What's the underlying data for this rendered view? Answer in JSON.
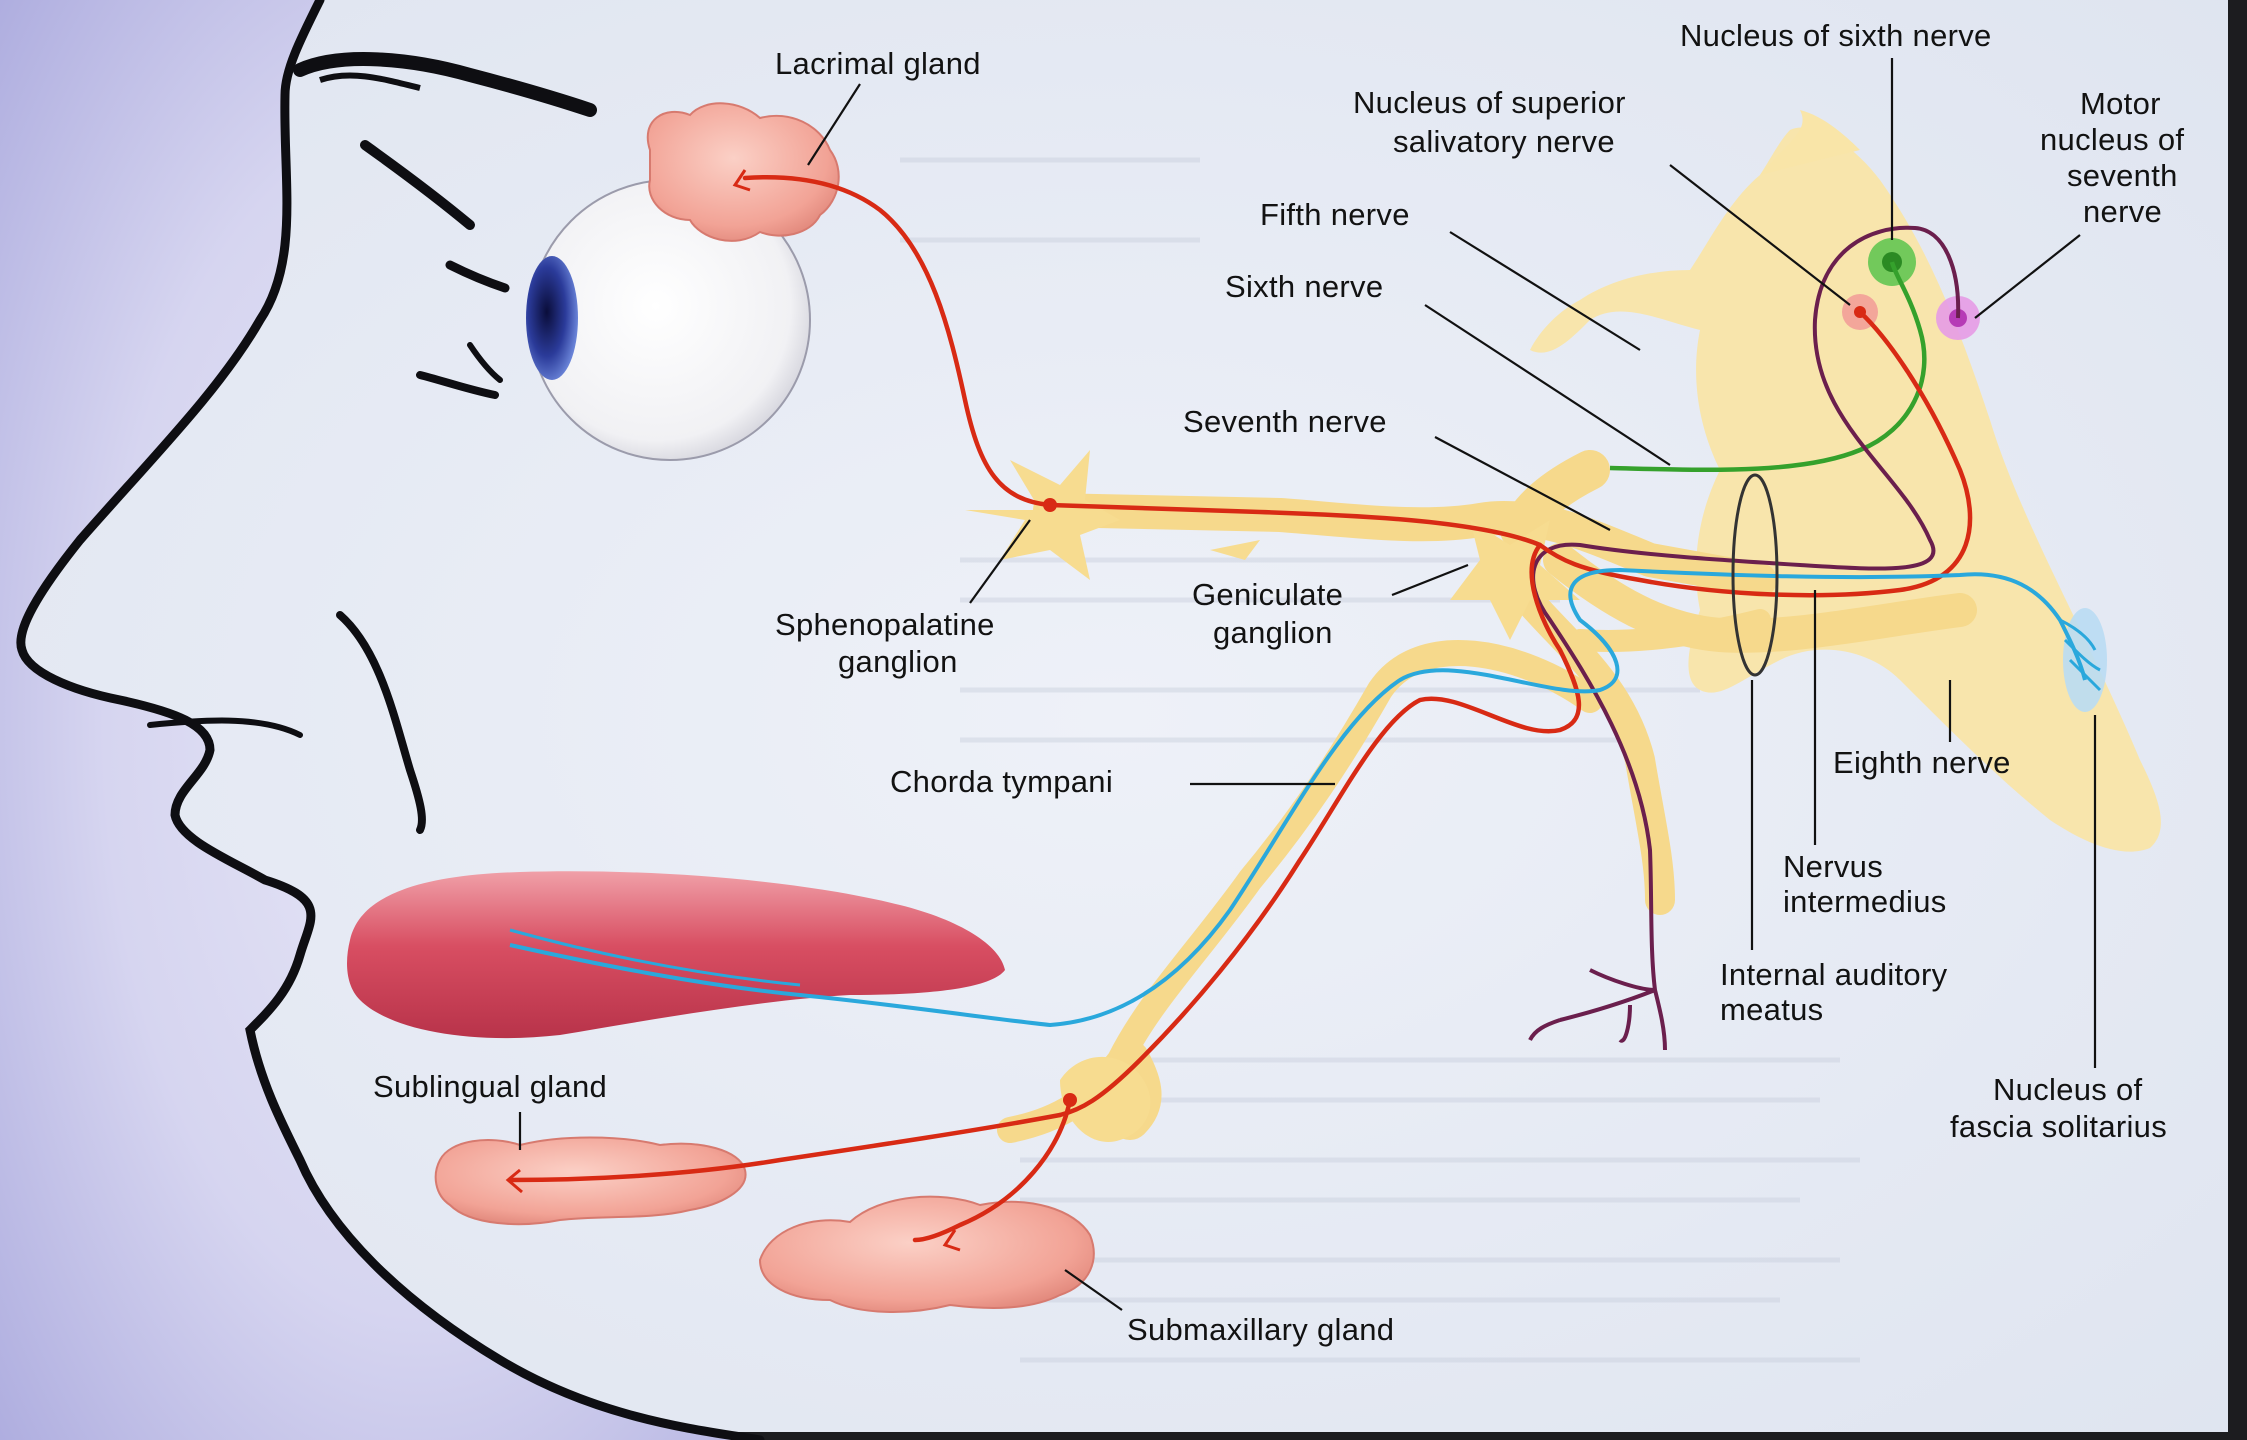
{
  "labels": {
    "lacrimal_gland": "Lacrimal gland",
    "nucleus_sixth_nerve": "Nucleus of sixth nerve",
    "nucleus_superior_salivatory_l1": "Nucleus of superior",
    "nucleus_superior_salivatory_l2": "salivatory nerve",
    "motor_nucleus_l1": "Motor",
    "motor_nucleus_l2": "nucleus of",
    "motor_nucleus_l3": "seventh",
    "motor_nucleus_l4": "nerve",
    "fifth_nerve": "Fifth nerve",
    "sixth_nerve": "Sixth nerve",
    "seventh_nerve": "Seventh nerve",
    "geniculate_l1": "Geniculate",
    "geniculate_l2": "ganglion",
    "sphenopalatine_l1": "Sphenopalatine",
    "sphenopalatine_l2": "ganglion",
    "chorda_tympani": "Chorda tympani",
    "eighth_nerve": "Eighth nerve",
    "nervus_intermedius_l1": "Nervus",
    "nervus_intermedius_l2": "intermedius",
    "internal_auditory_l1": "Internal auditory",
    "internal_auditory_l2": "meatus",
    "nucleus_fascia_l1": "Nucleus of",
    "nucleus_fascia_l2": "fascia solitarius",
    "sublingual_gland": "Sublingual gland",
    "submaxillary_gland": "Submaxillary gland"
  },
  "colors": {
    "face_background": "#c4c3ea",
    "page_background": "#e7ebf5",
    "slide_frame": "#1c1c1f",
    "brainstem": "#f9e5a8",
    "nerve_sheath": "#f6d98c",
    "parasympathetic_fiber": "#d82a14",
    "motor_fiber": "#6b1f4d",
    "sixth_nerve_fiber": "#35a12c",
    "taste_fiber": "#2aa8dc",
    "gland": "#f3a89c",
    "tongue": "#d95366"
  }
}
